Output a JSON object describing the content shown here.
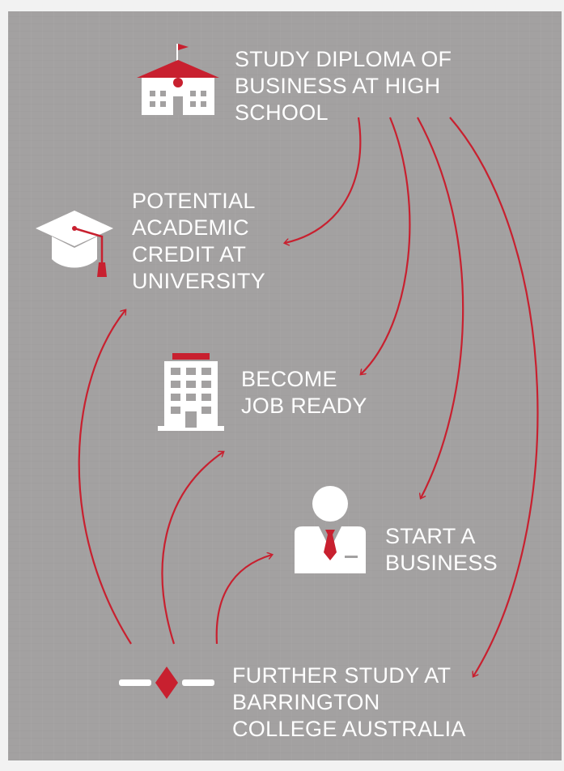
{
  "nodes": {
    "high_school": {
      "label": "STUDY DIPLOMA OF\nBUSINESS AT HIGH\nSCHOOL",
      "icon": "school-building-icon"
    },
    "university": {
      "label": "POTENTIAL\nACADEMIC\nCREDIT AT\nUNIVERSITY",
      "icon": "graduation-cap-icon"
    },
    "job_ready": {
      "label": "BECOME\nJOB READY",
      "icon": "office-building-icon"
    },
    "business": {
      "label": "START A\nBUSINESS",
      "icon": "businessman-icon"
    },
    "further_study": {
      "label": "FURTHER STUDY AT\nBARRINGTON\nCOLLEGE AUSTRALIA",
      "icon": "diamond-divider-icon"
    }
  },
  "edges": [
    {
      "from": "high_school",
      "to": "university"
    },
    {
      "from": "high_school",
      "to": "job_ready"
    },
    {
      "from": "high_school",
      "to": "business"
    },
    {
      "from": "high_school",
      "to": "further_study"
    },
    {
      "from": "further_study",
      "to": "university"
    },
    {
      "from": "further_study",
      "to": "job_ready"
    },
    {
      "from": "further_study",
      "to": "business"
    }
  ],
  "colors": {
    "background": "#a3a1a1",
    "accent": "#c8202f",
    "text": "#ffffff"
  }
}
